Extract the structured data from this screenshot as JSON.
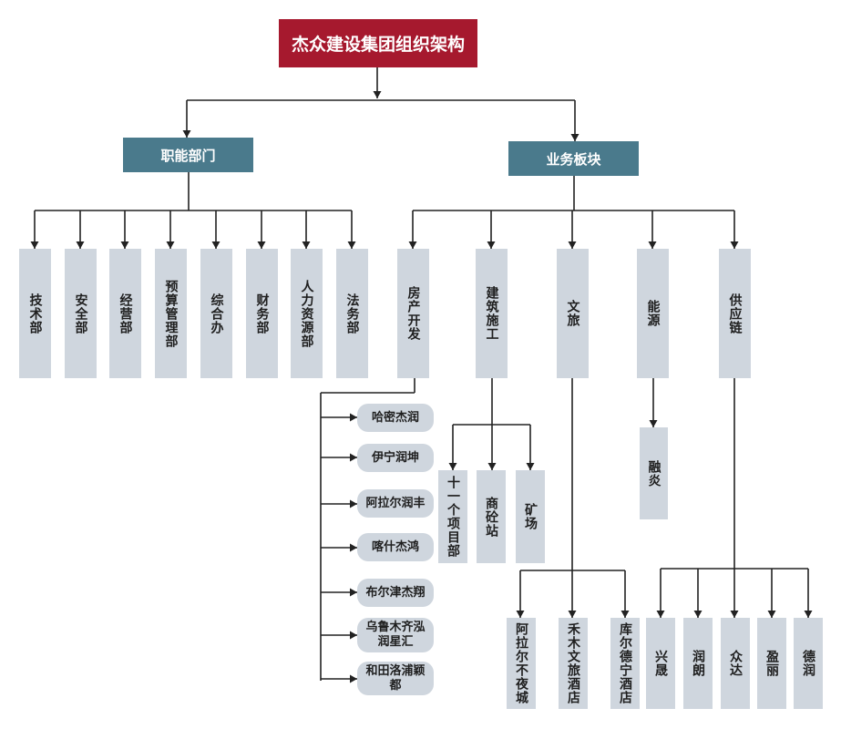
{
  "title": "杰众建设集团组织架构",
  "sections": {
    "functional": "职能部门",
    "business": "业务板块"
  },
  "functional_depts": [
    "技术部",
    "安全部",
    "经营部",
    "预算管理部",
    "综合办",
    "财务部",
    "人力资源部",
    "法务部"
  ],
  "business_units": [
    "房产开发",
    "建筑施工",
    "文旅",
    "能源",
    "供应链"
  ],
  "real_estate_projects": [
    "哈密杰润",
    "伊宁润坤",
    "阿拉尔润丰",
    "喀什杰鸿",
    "布尔津杰翔",
    "乌鲁木齐泓润星汇",
    "和田洛浦颖都"
  ],
  "construction_units": [
    "十一个项目部",
    "商砼站",
    "矿场"
  ],
  "tourism_units": [
    "阿拉尔不夜城",
    "禾木文旅酒店",
    "库尔德宁酒店"
  ],
  "energy_units": [
    "融炎"
  ],
  "supply_chain_units": [
    "兴晟",
    "润朗",
    "众达",
    "盈丽",
    "德润"
  ],
  "colors": {
    "title_bg": "#a6192e",
    "section_bg": "#4a7a8c",
    "box_bg": "#cfd6de",
    "line": "#222222"
  }
}
